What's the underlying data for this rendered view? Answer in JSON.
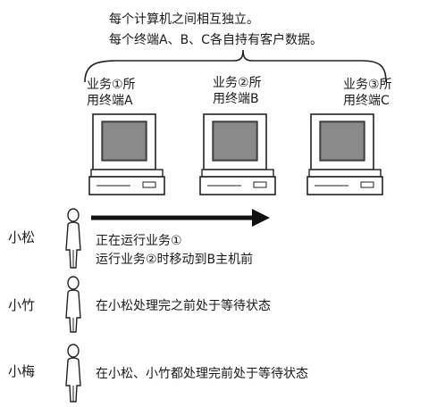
{
  "header": {
    "line1": "每个计算机之间相互独立。",
    "line2": "每个终端A、B、C各自持有客户数据。"
  },
  "terminals": [
    {
      "line1": "业务①所",
      "line2": "用终端A"
    },
    {
      "line1": "业务②所",
      "line2": "用终端B"
    },
    {
      "line1": "业务③所",
      "line2": "用终端C"
    }
  ],
  "people": [
    {
      "name": "小松",
      "status_lines": [
        "正在运行业务①",
        "运行业务②时移动到B主机前"
      ]
    },
    {
      "name": "小竹",
      "status_lines": [
        "在小松处理完之前处于等待状态"
      ]
    },
    {
      "name": "小梅",
      "status_lines": [
        "在小松、小竹都处理完前处于等待状态"
      ]
    }
  ],
  "icons": {
    "brace": "curly-brace-icon",
    "computer": "computer-terminal-icon",
    "person": "person-icon",
    "arrow": "arrow-right-icon"
  }
}
